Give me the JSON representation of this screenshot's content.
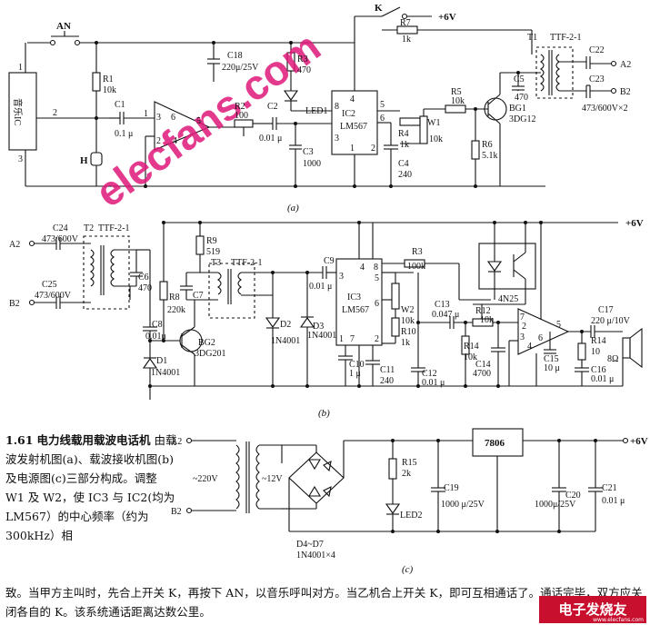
{
  "watermark": "elecfans.com",
  "subcaptions": {
    "a": "(a)",
    "b": "(b)",
    "c": "(c)"
  },
  "labels_a": {
    "an": "AN",
    "k": "K",
    "vcc": "+6V",
    "music_ic": "音乐IC",
    "pin2": "2",
    "pin3": "3",
    "pin1": "1",
    "r1": "R1",
    "r1v": "10k",
    "h": "H",
    "c1": "C1",
    "c1v": "0.1 μ",
    "op1": "1",
    "op3": "3",
    "op6": "6",
    "op2": "2",
    "op4": "4",
    "op5": "5",
    "c18": "C18",
    "c18v": "220μ/25V",
    "r3": "R3",
    "r3v": "470",
    "r2": "R2",
    "r2v": "100",
    "led1": "LED1",
    "c2": "C2",
    "c2v": "0.01 μ",
    "c3": "C3",
    "c3v": "1000",
    "ic2": "IC2",
    "ic2v": "LM567",
    "p4": "4",
    "p8": "8",
    "p3": "3",
    "p5": "5",
    "p6": "6",
    "p2": "2",
    "p1": "1",
    "r7": "R7",
    "r7v": "1k",
    "r4": "R4",
    "r4v": "1k",
    "w1": "W1",
    "w1v": "10k",
    "c4": "C4",
    "c4v": "240",
    "r5": "R5",
    "r5v": "10k",
    "r6": "R6",
    "r6v": "5.1k",
    "bg1": "BG1",
    "bg1v": "3DG12",
    "c5": "C5",
    "c5v": "470",
    "t1": "T1",
    "t1v": "TTF-2-1",
    "c22": "C22",
    "c23": "C23",
    "cv": "473/600V×2",
    "a2": "A2",
    "b2": "B2"
  },
  "labels_b": {
    "vcc": "+6V",
    "c24": "C24",
    "c24v": "473/600V",
    "t2": "T2",
    "t2v": "TTF-2-1",
    "a2": "A2",
    "b2": "B2",
    "c25": "C25",
    "c25v": "473/600V",
    "c6": "C6",
    "c6v": "470",
    "r9": "R9",
    "r9v": "519",
    "t3": "T3",
    "t3v": "TTF-2-1",
    "r8": "R8",
    "r8v": "220k",
    "c7": "C7",
    "c8": "C8",
    "c8v": "0.01μ",
    "bg2": "BG2",
    "bg2v": "3DG201",
    "d1": "D1",
    "d1v": "1N4001",
    "d2": "D2",
    "d2v": "1N4001",
    "d3": "D3",
    "d3v": "1N4001",
    "c9": "C9",
    "c9v": "0.01 μ",
    "ic3": "IC3",
    "ic3v": "LM567",
    "p4": "4",
    "p8": "8",
    "p3": "3",
    "p5": "5",
    "p6": "6",
    "p7": "7",
    "p2": "2",
    "p1": "1",
    "r3": "R3",
    "r3v": "100k",
    "w2": "W2",
    "w2v": "10k",
    "r10": "R10",
    "r10v": "1k",
    "c10": "C10",
    "c10v": "1 μ",
    "c11": "C11",
    "c11v": "240",
    "c12": "C12",
    "c12v": "0.01 μ",
    "c13": "C13",
    "c13v": "0.047 μ",
    "r12": "R12",
    "r12v": "10k",
    "r14": "R14",
    "r14v": "10k",
    "c14": "C14",
    "c14v": "4700",
    "opto": "4N25",
    "c17": "C17",
    "c17v": "220 μ/10V",
    "c15": "C15",
    "c15v": "10 μ",
    "r14b": "R14",
    "r14bv": "10",
    "c16": "C16",
    "c16v": "0.01 μ",
    "spk": "8Ω",
    "o2": "2",
    "o3": "3",
    "o4": "4",
    "o5": "5",
    "o6": "6",
    "o7": "7"
  },
  "labels_c": {
    "a2": "A2",
    "b2": "B2",
    "v220": "~220V",
    "v12": "~12V",
    "r15": "R15",
    "r15v": "2k",
    "led2": "LED2",
    "c19": "C19",
    "c19v": "1000 μ/25V",
    "reg": "7806",
    "c20": "C20",
    "c20v": "1000μ/25V",
    "c21": "C21",
    "c21v": "0.01 μ",
    "vcc": "+6V",
    "bridge": "D4~D7",
    "bridgev": "1N4001×4"
  },
  "caption": {
    "number": "1.61",
    "title": "电力线载用载波电话机",
    "body": "由载波发射机图(a)、载波接收机图(b)及电源图(c)三部分构成。调整 W1 及 W2，使 IC3 与 IC2(均为 LM567）的中心频率（约为 300kHz）相",
    "continuation": "致。当甲方主叫时，先合上开关 K，再按下 AN，以音乐呼叫对方。当乙机合上开关 K，即可互相通话了。通话完毕，双方应关闭各自的 K。该系统通话距离达数公里。"
  },
  "logo": {
    "text": "电子发烧友",
    "url": "www.elecfans.com"
  }
}
